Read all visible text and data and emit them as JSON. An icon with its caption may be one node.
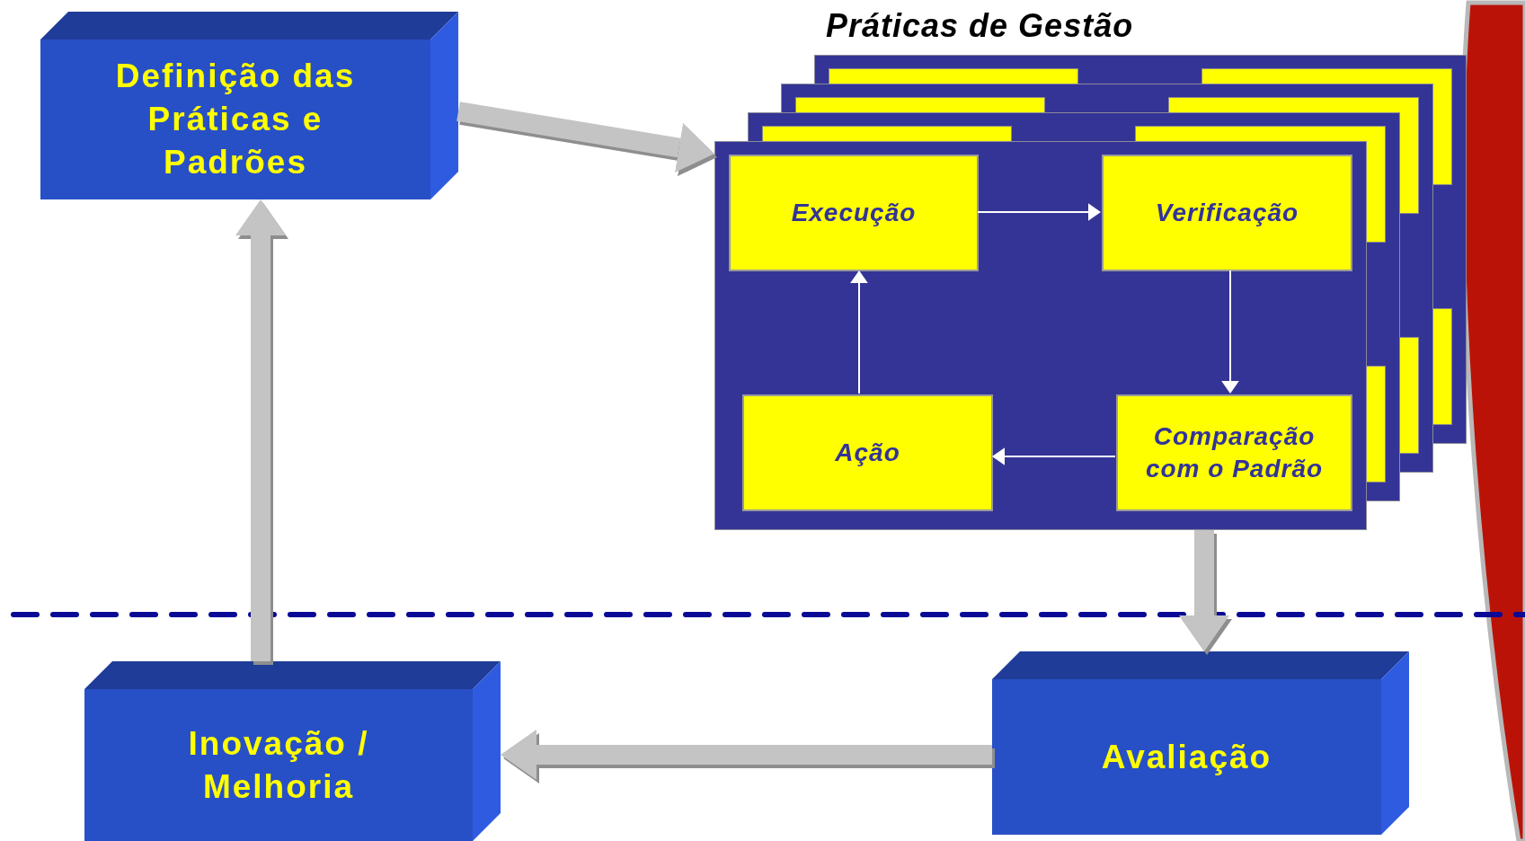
{
  "diagram": {
    "nodes": [
      {
        "text": [
          "Definição das Práticas e Padrões"
        ]
      },
      {
        "text": [
          "Práticas de Gestão"
        ]
      },
      {
        "text": [
          "Execução"
        ],
        "in": 1
      },
      {
        "text": [
          "Verificação"
        ],
        "in": 1
      },
      {
        "text": [
          "Ação"
        ],
        "in": 1
      },
      {
        "text": [
          "Comparação com o Padrão"
        ],
        "in": 1
      },
      {
        "text": [
          "Avaliação"
        ]
      },
      {
        "text": [
          "Inovação / Melhoria"
        ]
      },
      {
        "text": [],
        "shape": "band"
      }
    ],
    "edges": [
      {
        "from": 0,
        "to": 1,
        "arrow": "to",
        "style": "thick",
        "color": "#c4c4c4"
      },
      {
        "from": 1,
        "to": 6,
        "arrow": "to",
        "style": "thick",
        "color": "#c4c4c4"
      },
      {
        "from": 6,
        "to": 7,
        "arrow": "to",
        "style": "thick",
        "color": "#c4c4c4"
      },
      {
        "from": 7,
        "to": 0,
        "arrow": "to",
        "style": "thick",
        "color": "#c4c4c4"
      },
      {
        "from": 2,
        "to": 3,
        "arrow": "to"
      },
      {
        "from": 3,
        "to": 5,
        "arrow": "to"
      },
      {
        "from": 5,
        "to": 4,
        "arrow": "to"
      },
      {
        "from": 4,
        "to": 2,
        "arrow": "to"
      }
    ]
  }
}
